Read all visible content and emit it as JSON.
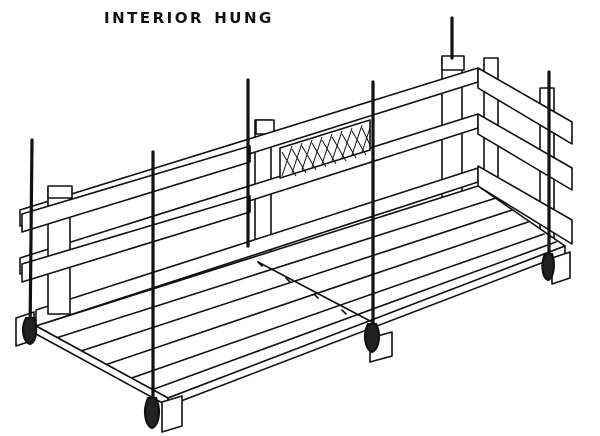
{
  "title": "Interior Hung",
  "diagram": {
    "subject": "suspended scaffold platform",
    "components": [
      {
        "id": "suspension-rope",
        "count": 6
      },
      {
        "id": "back-guardrail",
        "count": 3
      },
      {
        "id": "side-guardrail",
        "count": 3
      },
      {
        "id": "front-guardrail",
        "count": 2
      },
      {
        "id": "toeboard-mesh-panel",
        "count": 1
      },
      {
        "id": "platform-planks",
        "count": 6
      },
      {
        "id": "putlog-bearer",
        "count": 3
      },
      {
        "id": "post",
        "count": 4
      }
    ],
    "colors": {
      "ink": "#111111",
      "background": "#ffffff"
    }
  }
}
